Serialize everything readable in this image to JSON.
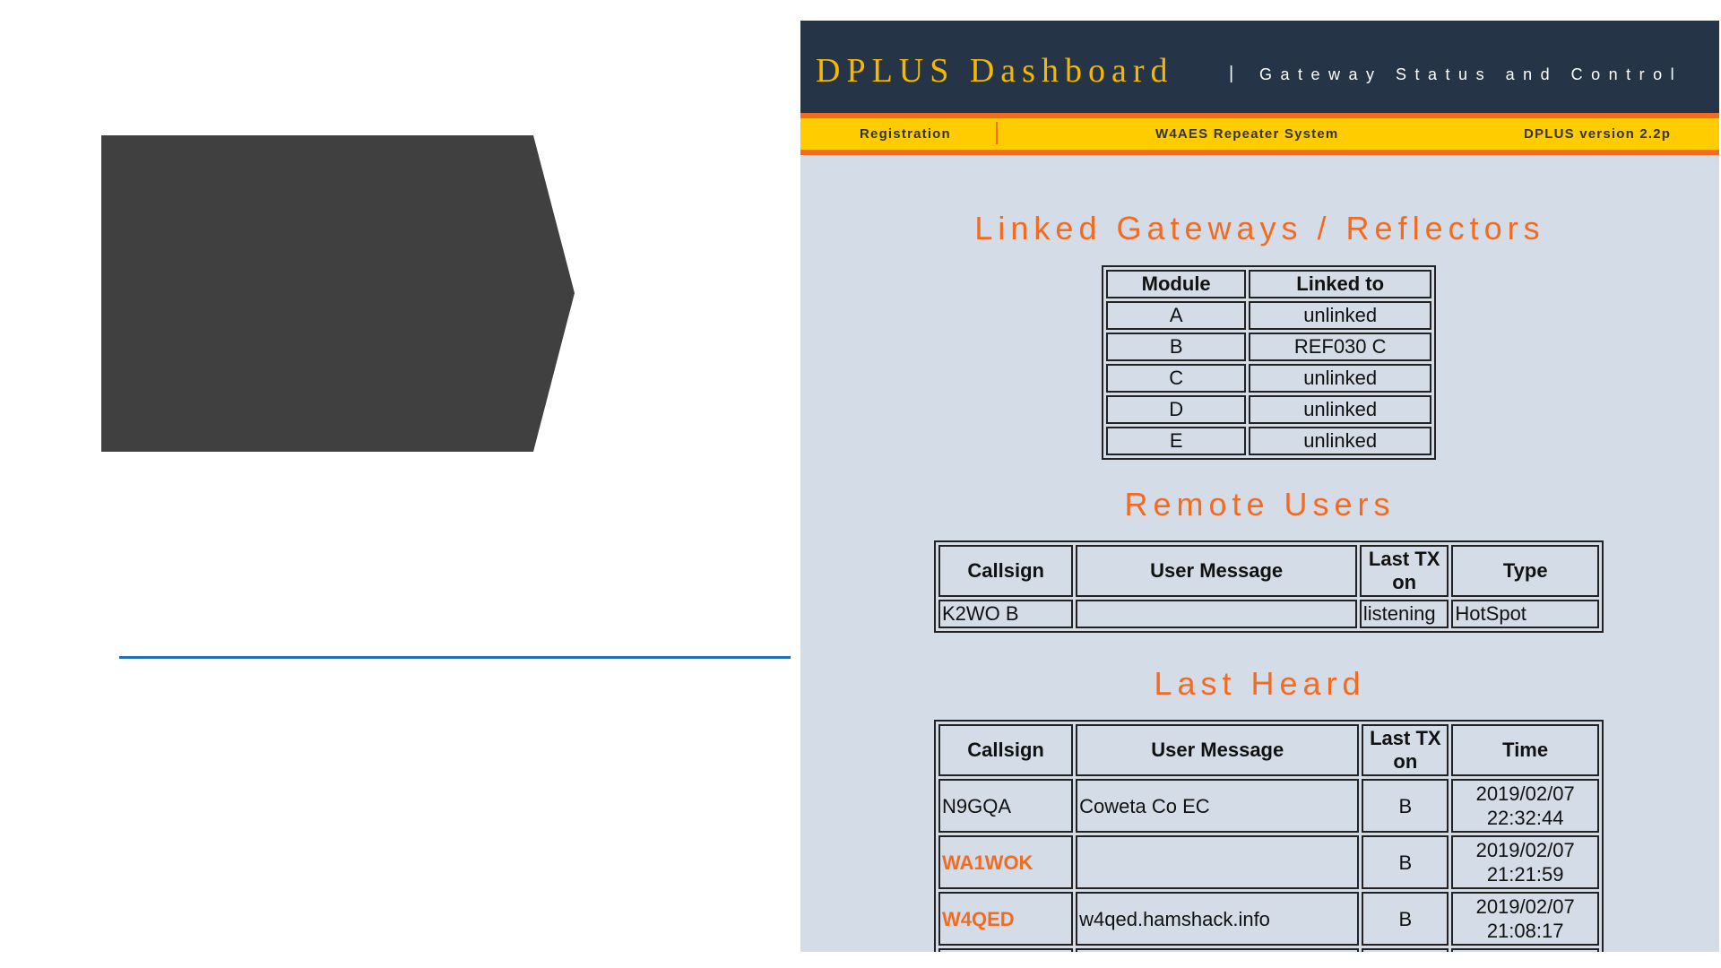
{
  "header": {
    "title": "DPLUS Dashboard",
    "separator": "|",
    "subtitle": "Gateway Status and Control"
  },
  "nav": {
    "registration": "Registration",
    "system": "W4AES Repeater System",
    "version": "DPLUS version 2.2p"
  },
  "linked": {
    "heading": "Linked Gateways / Reflectors",
    "columns": [
      "Module",
      "Linked to"
    ],
    "rows": [
      [
        "A",
        "unlinked"
      ],
      [
        "B",
        "REF030 C"
      ],
      [
        "C",
        "unlinked"
      ],
      [
        "D",
        "unlinked"
      ],
      [
        "E",
        "unlinked"
      ]
    ]
  },
  "remote": {
    "heading": "Remote Users",
    "columns": [
      "Callsign",
      "User Message",
      "Last TX on",
      "Type"
    ],
    "rows": [
      [
        "K2WO B",
        "",
        "listening",
        "HotSpot"
      ]
    ]
  },
  "heard": {
    "heading": "Last Heard",
    "columns": [
      "Callsign",
      "User Message",
      "Last TX on",
      "Time"
    ],
    "rows": [
      {
        "callsign": "N9GQA",
        "message": "Coweta Co EC",
        "module": "B",
        "date": "2019/02/07",
        "time": "22:32:44",
        "highlight": false
      },
      {
        "callsign": "WA1WOK",
        "message": "",
        "module": "B",
        "date": "2019/02/07",
        "time": "21:21:59",
        "highlight": true
      },
      {
        "callsign": "W4QED",
        "message": "w4qed.hamshack.info",
        "module": "B",
        "date": "2019/02/07",
        "time": "21:08:17",
        "highlight": true
      }
    ]
  },
  "colors": {
    "banner": "#263447",
    "title": "#f5b800",
    "navbar": "#ffcc00",
    "accent": "#f26b21",
    "content_bg": "#d4dde7",
    "slide_shape": "#404040",
    "slide_rule": "#1f6fb6"
  }
}
